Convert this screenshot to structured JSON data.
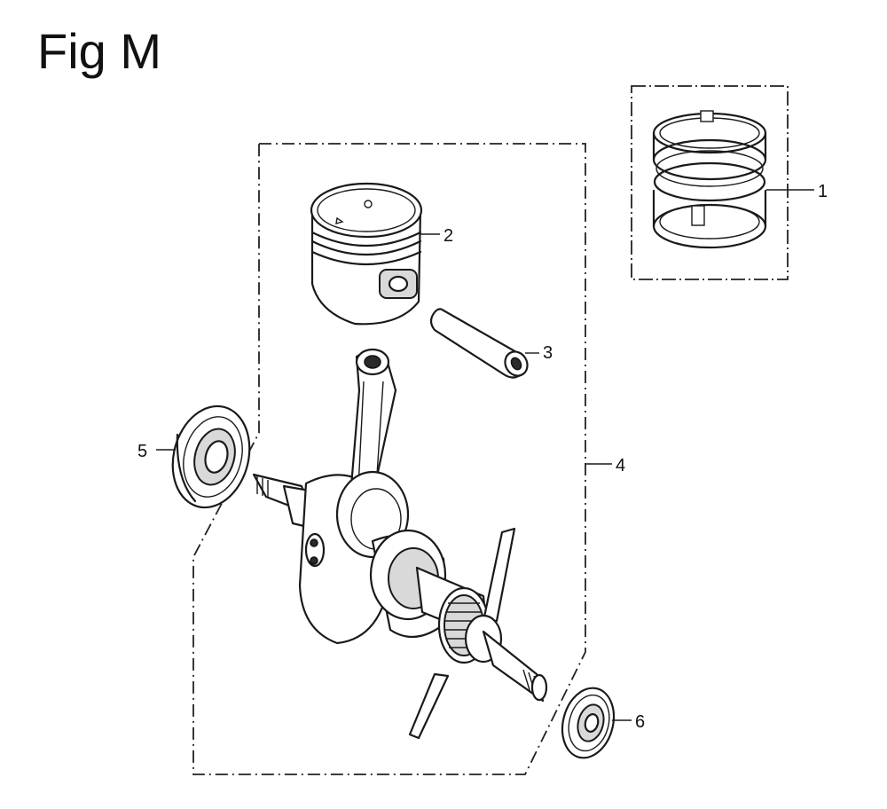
{
  "figure": {
    "title": "Fig M"
  },
  "callouts": {
    "piston_rings": "1",
    "piston": "2",
    "piston_pin": "3",
    "crankshaft_assembly": "4",
    "bearing_left": "5",
    "bearing_right": "6"
  }
}
